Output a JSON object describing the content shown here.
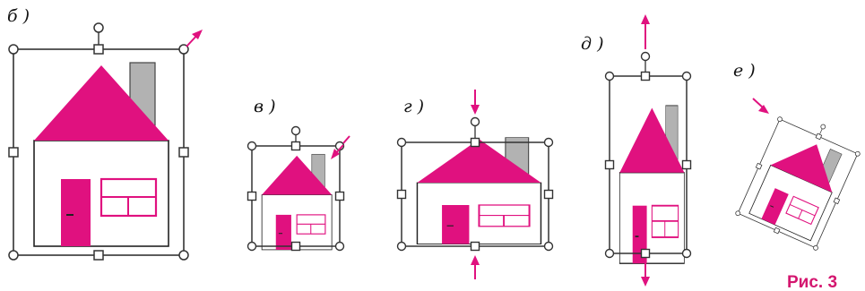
{
  "colors": {
    "magenta": "#e0117f",
    "chimney": "#b2b2b2",
    "frame": "#333333",
    "outline": "#222222"
  },
  "panels": [
    {
      "label": "б )"
    },
    {
      "label": "в )"
    },
    {
      "label": "г )"
    },
    {
      "label": "д )"
    },
    {
      "label": "е )"
    }
  ],
  "caption": "Рис. 3"
}
